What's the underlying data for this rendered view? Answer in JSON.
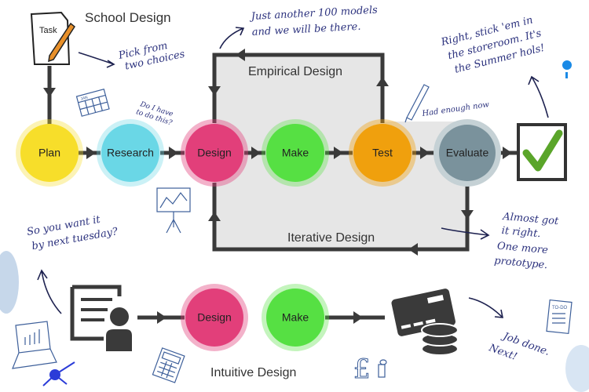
{
  "titles": {
    "school": "School Design",
    "empirical": "Empirical Design",
    "iterative": "Iterative Design",
    "intuitive": "Intuitive Design"
  },
  "task_note": "Task",
  "nodes": {
    "plan": {
      "label": "Plan",
      "color": "#f7de2a"
    },
    "research": {
      "label": "Research",
      "color": "#6ad7e6"
    },
    "design": {
      "label": "Design",
      "color": "#e23f7a"
    },
    "make": {
      "label": "Make",
      "color": "#56e043"
    },
    "test": {
      "label": "Test",
      "color": "#f0a00d"
    },
    "evaluate": {
      "label": "Evaluate",
      "color": "#7a929c"
    },
    "design2": {
      "label": "Design",
      "color": "#e23f7a"
    },
    "make2": {
      "label": "Make",
      "color": "#56e043"
    }
  },
  "notes": {
    "pick": [
      "Pick from",
      "two choices"
    ],
    "do_i": [
      "Do I have",
      "to do this?"
    ],
    "models": [
      "Just another 100 models",
      "and we will be there."
    ],
    "enough": "Had enough now",
    "storeroom": [
      "Right, stick 'em in",
      "the storeroom. It's",
      "the Summer hols!"
    ],
    "almost": [
      "Almost got",
      "it right.",
      "One more",
      "prototype."
    ],
    "tuesday": [
      "So you want it",
      "by next tuesday?"
    ],
    "job": [
      "Job done.",
      "Next!"
    ]
  },
  "todo_label": "TO-DO",
  "calendar_label": "JAN",
  "check_color": "#5aa52a"
}
